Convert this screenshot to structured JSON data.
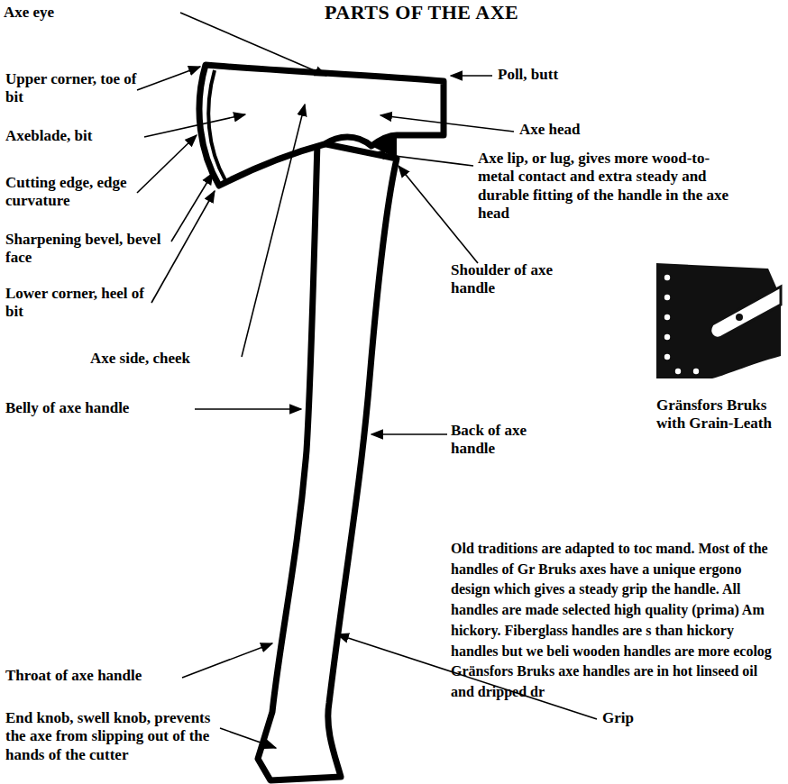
{
  "diagram": {
    "title": "PARTS OF THE AXE",
    "labels": [
      "Axe eye",
      "Upper corner, toe of bit",
      "Axeblade, bit",
      "Cutting edge, edge curvature",
      "Sharpening bevel, bevel face",
      "Lower corner, heel of bit",
      "Axe side, cheek",
      "Belly of axe handle",
      "Throat of axe handle",
      "End knob, swell knob, prevents the axe from slipping out of the hands of the cutter",
      "Poll, butt",
      "Axe head",
      "Axe lip, or lug, gives more wood-to-metal contact and extra steady and durable fitting of the handle in the axe head",
      "Shoulder of axe handle",
      "Back of axe handle",
      "Grip",
      "Gränsfors Bruks with Grain-Leath",
      "Old traditions are adapted to toc mand. Most of the handles of Gr Bruks axes have a unique ergono design which gives a steady grip the handle. All handles are made selected high quality (prima) Am hickory. Fiberglass handles are s than hickory handles but we beli wooden handles are more ecolog Gränsfors Bruks axe handles are in hot linseed oil and dripped dr"
    ]
  }
}
